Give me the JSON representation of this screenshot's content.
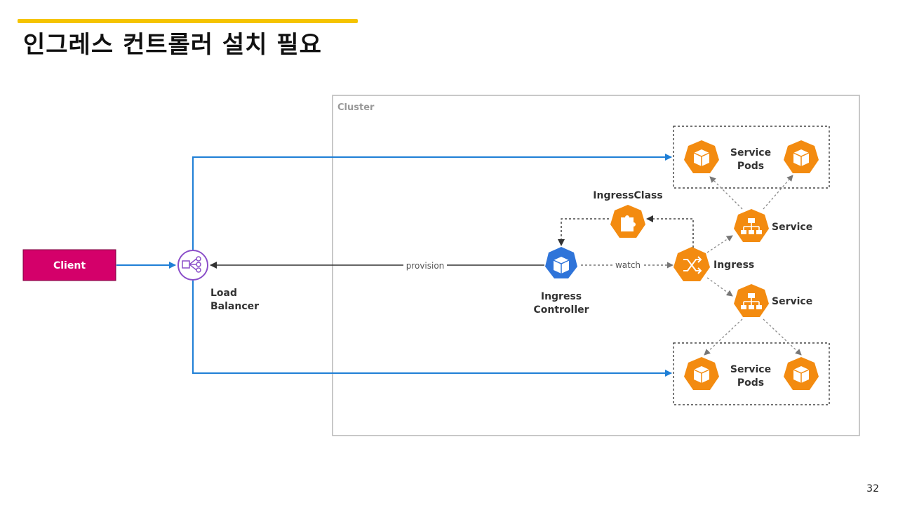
{
  "slide": {
    "title": "인그레스 컨트롤러 설치 필요",
    "page_number": "32",
    "accent_color": "#f5c400"
  },
  "diagram": {
    "cluster_label": "Cluster",
    "client_label": "Client",
    "load_balancer_label": [
      "Load",
      "Balancer"
    ],
    "ingress_controller_label": [
      "Ingress",
      "Controller"
    ],
    "ingress_class_label": "IngressClass",
    "ingress_label": "Ingress",
    "service_top_label": "Service",
    "service_bottom_label": "Service",
    "pods_top_label": [
      "Service",
      "Pods"
    ],
    "pods_bottom_label": [
      "Service",
      "Pods"
    ],
    "edge_provision_label": "provision",
    "edge_watch_label": "watch",
    "colors": {
      "client": "#d4006a",
      "flow_arrow": "#1f7fd6",
      "k8s_orange": "#f38b10",
      "k8s_blue": "#2f74d9",
      "load_balancer": "#8b4fc9",
      "cluster_border": "#c8c8c8"
    },
    "icons": [
      "load-balancer-icon",
      "ingress-controller-icon",
      "ingress-class-icon",
      "ingress-icon",
      "service-icon",
      "pod-icon"
    ]
  }
}
